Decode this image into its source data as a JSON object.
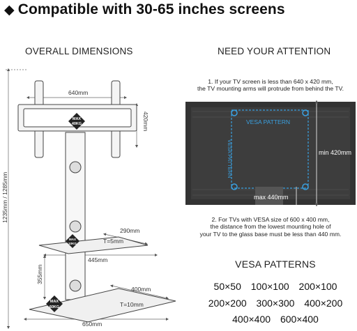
{
  "title": "Compatible with 30-65 inches screens",
  "left_section": {
    "heading": "OVERALL DIMENSIONS",
    "dims": {
      "top_width": "640mm",
      "top_height": "420mm",
      "total_height": "1235mm / 1285mm",
      "shelf_width": "290mm",
      "shelf_thickness": "T=5mm",
      "shelf_depth": "445mm",
      "column_height": "355mm",
      "base_width": "400mm",
      "base_thickness": "T=10mm",
      "base_depth": "650mm"
    },
    "badges": {
      "top": [
        "MAX",
        "40KG"
      ],
      "shelf": [
        "MAX",
        "10KG"
      ],
      "base": [
        "MAX",
        "60KG"
      ]
    }
  },
  "right_section": {
    "heading": "NEED YOUR ATTENTION",
    "note1": [
      "1. If your TV screen is less than 640 x 420 mm,",
      "the TV mounting arms will protrude from behind the TV."
    ],
    "tv_labels": {
      "vesa_h": "VESA PATTERN",
      "vesa_v": "VESA PATTERN",
      "min_height": "min 420mm",
      "max_dist": "max 440mm"
    },
    "note2": [
      "2. For TVs with VESA size of 600 x 400 mm,",
      "the distance from the lowest mounting hole of",
      "your TV to the glass base must be less than 440 mm."
    ],
    "vesa_heading": "VESA PATTERNS",
    "vesa_rows": [
      [
        "50×50",
        "100×100",
        "200×100"
      ],
      [
        "200×200",
        "300×300",
        "400×200"
      ],
      [
        "400×400",
        "600×400"
      ]
    ]
  }
}
